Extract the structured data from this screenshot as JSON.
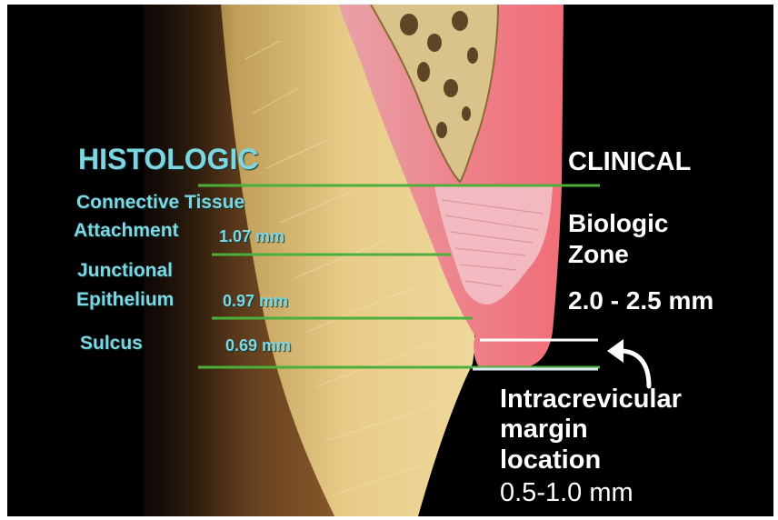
{
  "colors": {
    "background": "#000000",
    "histologic_text": "#7ed6e0",
    "clinical_text": "#ffffff",
    "measure_line": "#4caf3c",
    "margin_line": "#ffffff",
    "gingiva": "#ee6f78",
    "tooth": "#e6c985"
  },
  "histologic": {
    "heading": "HISTOLOGIC",
    "ct_line1": "Connective Tissue",
    "ct_line2": "Attachment",
    "ct_value": "1.07 mm",
    "je_line1": "Junctional",
    "je_line2": "Epithelium",
    "je_value": "0.97 mm",
    "sulcus_label": "Sulcus",
    "sulcus_value": "0.69 mm"
  },
  "clinical": {
    "heading": "CLINICAL",
    "zone_line1": "Biologic",
    "zone_line2": "Zone",
    "zone_value": "2.0 - 2.5 mm"
  },
  "margin": {
    "line1": "Intracrevicular",
    "line2": "margin",
    "line3": "location",
    "value": "0.5-1.0 mm",
    "arrow_icon": "curved-arrow-icon"
  }
}
